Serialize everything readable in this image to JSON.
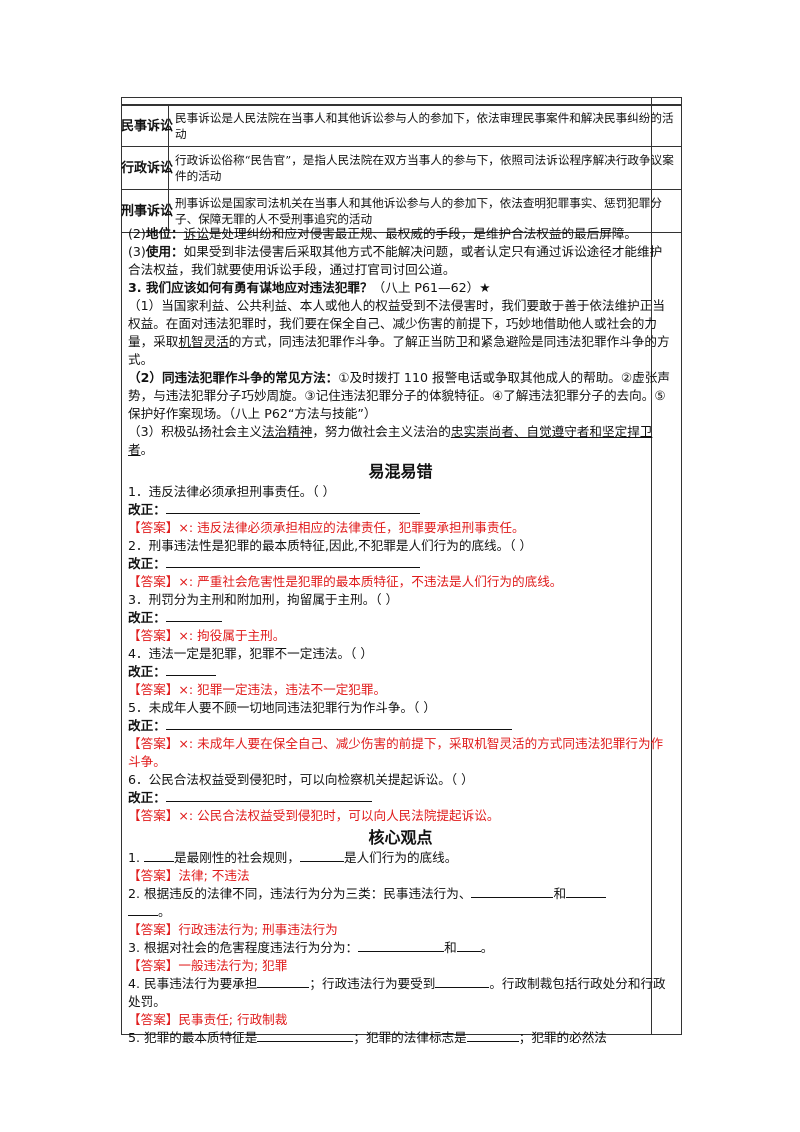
{
  "definitions": [
    {
      "term": "民事诉讼",
      "text": "民事诉讼是人民法院在当事人和其他诉讼参与人的参加下，依法审理民事案件和解决民事纠纷的活动"
    },
    {
      "term": "行政诉讼",
      "text": "行政诉讼俗称“民告官”，是指人民法院在双方当事人的参与下，依照司法诉讼程序解决行政争议案件的活动"
    },
    {
      "term": "刑事诉讼",
      "text": "刑事诉讼是国家司法机关在当事人和其他诉讼参与人的参加下，依法查明犯罪事实、惩罚犯罪分子、保障无罪的人不受刑事追究的活动"
    }
  ],
  "status": {
    "lead": "(2)",
    "label": "地位：",
    "term": "诉讼",
    "text": "是处理纠纷和应对侵害最正规、最权威的手段，是维护合法权益的最后屏障。"
  },
  "usage": {
    "lead": "(3)",
    "label": "使用：",
    "text": "如果受到非法侵害后采取其他方式不能解决问题，或者认定只有通过诉讼途径才能维护合法权益，我们就要使用诉讼手段，通过打官司讨回公道。"
  },
  "q3": {
    "title": "3. 我们应该如何有勇有谋地应对违法犯罪？",
    "ref": "（八上 P61—62）★",
    "p1_pre": "（1）当国家利益、公共利益、本人或他人的权益受到不法侵害时，我们要敢于善于依法维护正当权益。在面对违法犯罪时，我们要在保全自己、减少伤害的前提下，巧妙地借助他人或社会的力量，采取",
    "p1_term": "机智灵活",
    "p1_post": "的方式，同违法犯罪作斗争。了解正当防卫和紧急避险是同违法犯罪作斗争的方式。",
    "p2_label": "（2）同违法犯罪作斗争的常见方法：",
    "p2_text": "①及时拨打 110 报警电话或争取其他成人的帮助。②虚张声势，与违法犯罪分子巧妙周旋。③记住违法犯罪分子的体貌特征。④了解违法犯罪分子的去向。⑤保护好作案现场。（八上 P62“方法与技能”）",
    "p3_pre": "（3）积极弘扬社会主义",
    "p3_term1": "法治精神",
    "p3_mid": "，努力做社会主义法治的",
    "p3_term2": "忠实崇尚者、自觉遵守者和坚定捍卫者",
    "p3_post": "。"
  },
  "section1": {
    "title": "易混易错",
    "fix_label": "改正：",
    "answer_tag": "【答案】",
    "items": [
      {
        "q": "1．违反法律必须承担刑事责任。（    ）",
        "ans": "×:   违反法律必须承担相应的法律责任，犯罪要承担刑事责任。"
      },
      {
        "q": "2．刑事违法性是犯罪的最本质特征,因此,不犯罪是人们行为的底线。（    ）",
        "ans": "×:   严重社会危害性是犯罪的最本质特征，不违法是人们行为的底线。"
      },
      {
        "q": "3．刑罚分为主刑和附加刑，拘留属于主刑。（    ）",
        "ans": "×:   拘役属于主刑。"
      },
      {
        "q": "4．违法一定是犯罪，犯罪不一定违法。（    ）",
        "ans": "×:   犯罪一定违法，违法不一定犯罪。"
      },
      {
        "q": "5．未成年人要不顾一切地同违法犯罪行为作斗争。（    ）",
        "ans": "×:  未成年人要在保全自己、减少伤害的前提下，采取机智灵活的方式同违法犯罪行为作斗争。"
      },
      {
        "q": "6．公民合法权益受到侵犯时，可以向检察机关提起诉讼。（    ）",
        "ans": "×:   公民合法权益受到侵犯时，可以向人民法院提起诉讼。"
      }
    ]
  },
  "section2": {
    "title": "核心观点",
    "answer_tag": "【答案】",
    "q1_a": "1.",
    "q1_b": "是最刚性的社会规则，",
    "q1_c": "是人们行为的底线。",
    "a1": "法律;   不违法",
    "q2_a": "2. 根据违反的法律不同，违法行为分为三类：民事违法行为、",
    "q2_b": "和",
    "q2_c": "。",
    "a2": "行政违法行为;   刑事违法行为",
    "q3_a": "3.  根据对社会的危害程度违法行为分为：",
    "q3_b": "和",
    "q3_c": "。",
    "a3": "一般违法行为;   犯罪",
    "q4_a": "4. 民事违法行为要承担",
    "q4_b": "；行政违法行为要受到",
    "q4_c": "。行政制裁包括行政处分和行政处罚。",
    "a4": "民事责任;   行政制裁",
    "q5_a": "5. 犯罪的最本质特征是",
    "q5_b": "；犯罪的法律标志是",
    "q5_c": "；犯罪的必然法"
  }
}
